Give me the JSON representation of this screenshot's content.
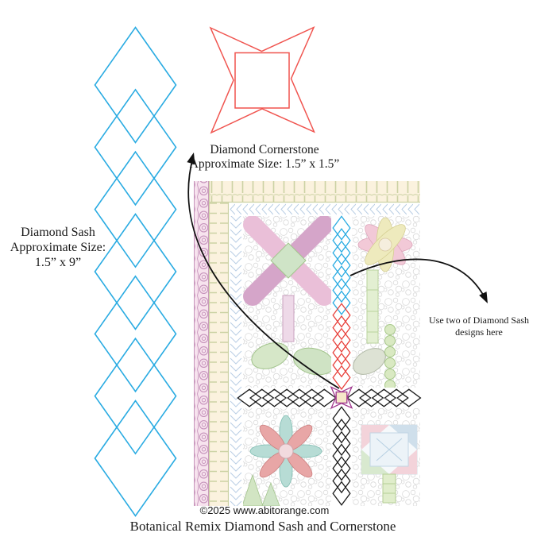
{
  "document": {
    "type": "quilting-design-sheet",
    "title": "Botanical Remix Diamond Sash and Cornerstone"
  },
  "sash_label": {
    "line1": "Diamond Sash",
    "line2": "Approximate Size:",
    "line3": "1.5” x 9”"
  },
  "cornerstone_label": {
    "line1": "Diamond Cornerstone",
    "line2": "Approximate Size: 1.5” x 1.5”"
  },
  "annotation": {
    "line1": "Use two of Diamond Sash",
    "line2": "designs here"
  },
  "footer": {
    "copyright": "©2025 www.abitorange.com",
    "caption": "Botanical Remix Diamond Sash and Cornerstone"
  },
  "colors": {
    "sash_blue": "#29ABE2",
    "cornerstone_red": "#F0544F",
    "quilt_sash_red": "#E8413C",
    "quilt_sash_black": "#1A1A1A",
    "quilt_cornerstone_magenta": "#A0398E",
    "arrow_black": "#111111",
    "quilt_cream": "#FBF2DE",
    "quilt_pink_border": "#F7E3EE",
    "quilt_chevron_blue": "#B9CEE4"
  }
}
